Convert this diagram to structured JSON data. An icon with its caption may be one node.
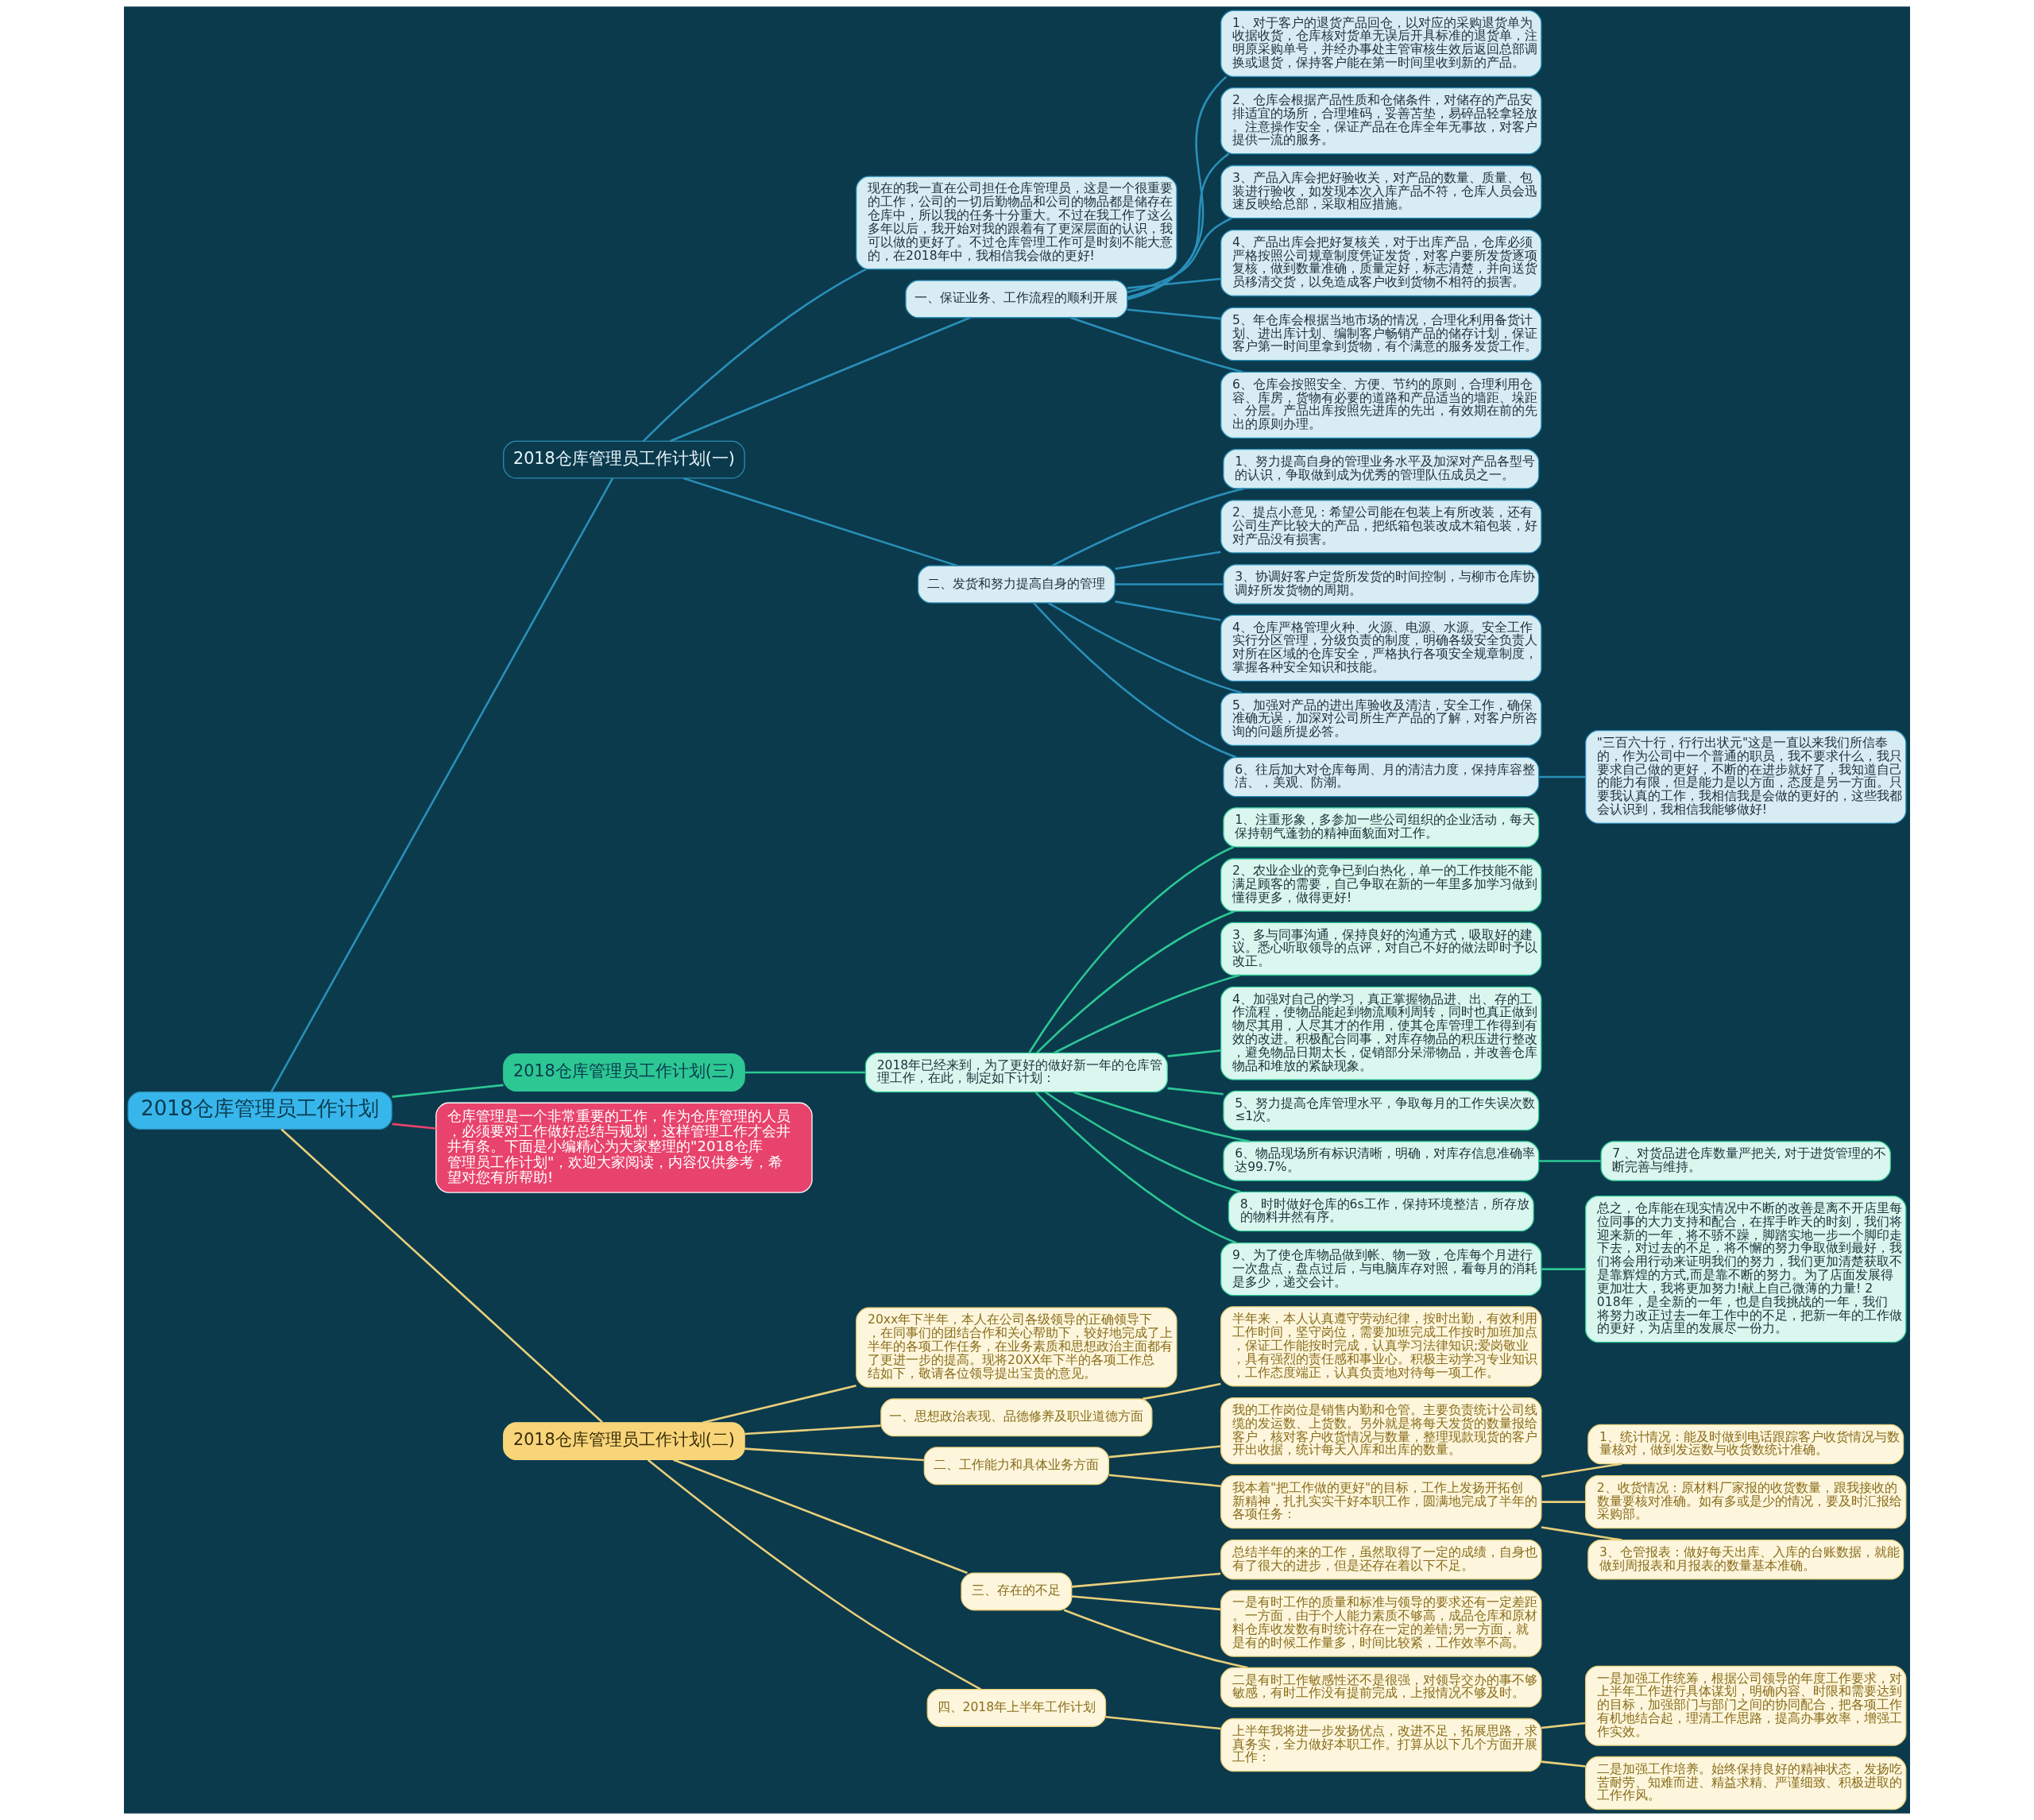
{
  "diagram": {
    "nodes": [
      {
        "text": [
          "2018仓库管理员工作计划"
        ]
      },
      {
        "text": [
          "2018仓库管理员工作计划(一)"
        ]
      },
      {
        "text": [
          "现在的我一直在公司担任仓库管理员，这是一个很重要的工作，公司的一切后勤物品和公司的物品都是储存在仓库中，所以我的任务十分重大。不过在我工作了这么多年以后，我开始对我的跟着有了更深层面的认识，我可以做的更好了。不过仓库管理工作可是时刻不能大意的，在2018年中，我相信我会做的更好!"
        ]
      },
      {
        "text": [
          "一、保证业务、工作流程的顺利开展"
        ]
      },
      {
        "text": [
          "1、对于客户的退货产品回仓，以对应的采购退货单为收据收货，仓库核对货单无误后开具标准的退货单，注明原采购单号，并经办事处主管审核生效后返回总部调换或退货，保持客户能在第一时间里收到新的产品。"
        ]
      },
      {
        "text": [
          "2、仓库会根据产品性质和仓储条件，对储存的产品安排适宜的场所，合理堆码，妥善苫垫，易碎品轻拿轻放。注意操作安全，保证产品在仓库全年无事故，对客户提供一流的服务。"
        ]
      },
      {
        "text": [
          "3、产品入库会把好验收关，对产品的数量、质量、包装进行验收，如发现本次入库产品不符，仓库人员会迅速反映给总部，采取相应措施。"
        ]
      },
      {
        "text": [
          "4、产品出库会把好复核关，对于出库产品，仓库必须严格按照公司规章制度凭证发货，对客户要所发货逐项复核，做到数量准确，质量定好，标志清楚，并向送货员移清交货，以免造成客户收到货物不相符的损害。"
        ]
      },
      {
        "text": [
          "5、年仓库会根据当地市场的情况，合理化利用备货计划、进出库计划、编制客户畅销产品的储存计划，保证客户第一时间里拿到货物，有个满意的服务发货工作。"
        ]
      },
      {
        "text": [
          "6、仓库会按照安全、方便、节约的原则，合理利用仓容、库房，货物有必要的道路和产品适当的墙距、垛距、分层。产品出库按照先进库的先出，有效期在前的先出的原则办理。"
        ]
      },
      {
        "text": [
          "二、发货和努力提高自身的管理"
        ]
      },
      {
        "text": [
          "1、努力提高自身的管理业务水平及加深对产品各型号的认识，争取做到成为优秀的管理队伍成员之一。"
        ]
      },
      {
        "text": [
          "2、提点小意见：希望公司能在包装上有所改装，还有公司生产比较大的产品，把纸箱包装改成木箱包装，好对产品没有损害。"
        ]
      },
      {
        "text": [
          "3、协调好客户定货所发货的时间控制，与柳市仓库协调好所发货物的周期。"
        ]
      },
      {
        "text": [
          "4、仓库严格管理火种、火源、电源、水源。安全工作实行分区管理，分级负责的制度，明确各级安全负责人对所在区域的仓库安全，严格执行各项安全规章制度，掌握各种安全知识和技能。"
        ]
      },
      {
        "text": [
          "5、加强对产品的进出库验收及清洁，安全工作，确保准确无误，加深对公司所生产产品的了解，对客户所咨询的问题所提必答。"
        ]
      },
      {
        "text": [
          "6、往后加大对仓库每周、月的清洁力度，保持库容整洁、，美观、防潮。"
        ]
      },
      {
        "text": [
          "\"三百六十行，行行出状元\"这是一直以来我们所信奉的，作为公司中一个普通的职员，我不要求什么，我只要求自己做的更好，不断的在进步就好了，我知道自己的能力有限，但是能力是以方面，态度是另一方面。只要我认真的工作，我相信我是会做的更好的，这些我都会认识到，我相信我能够做好!"
        ]
      },
      {
        "text": [
          "2018仓库管理员工作计划(三)"
        ]
      },
      {
        "text": [
          "2018年已经来到，为了更好的做好新一年的仓库管理工作，在此，制定如下计划："
        ]
      },
      {
        "text": [
          "1、注重形象，多参加一些公司组织的企业活动，每天保持朝气蓬勃的精神面貌面对工作。"
        ]
      },
      {
        "text": [
          "2、农业企业的竞争已到白热化，单一的工作技能不能满足顾客的需要，自己争取在新的一年里多加学习做到懂得更多，做得更好!"
        ]
      },
      {
        "text": [
          "3、多与同事沟通，保持良好的沟通方式，吸取好的建议。悉心听取领导的点评，对自己不好的做法即时予以改正。"
        ]
      },
      {
        "text": [
          "4、加强对自己的学习，真正掌握物品进、出、存的工作流程，使物品能起到物流顺利周转，同时也真正做到物尽其用，人尽其才的作用，使其仓库管理工作得到有效的改进。积极配合同事，对库存物品的积压进行整改，避免物品日期太长，促销部分呆滞物品，并改善仓库物品和堆放的紧缺现象。"
        ]
      },
      {
        "text": [
          "5、努力提高仓库管理水平，争取每月的工作失误次数≤1次。"
        ]
      },
      {
        "text": [
          "6、物品现场所有标识清晰，明确，对库存信息准确率达99.7%。"
        ]
      },
      {
        "text": [
          "7 、对货品进仓库数量严把关, 对于进货管理的不断完善与维持。"
        ]
      },
      {
        "text": [
          "8、时时做好仓库的6s工作，保持环境整洁，所存放的物料井然有序。"
        ]
      },
      {
        "text": [
          "9、为了使仓库物品做到帐、物一致，仓库每个月进行一次盘点，盘点过后，与电脑库存对照，看每月的消耗是多少，递交会计。"
        ]
      },
      {
        "text": [
          "总之，仓库能在现实情况中不断的改善是离不开店里每位同事的大力支持和配合，在挥手昨天的时刻，我们将迎来新的一年，将不骄不躁，脚踏实地一步一个脚印走下去，对过去的不足，将不懈的努力争取做到最好，我们将会用行动来证明我们的努力，我们更加清楚获取不是靠辉煌的方式,而是靠不断的努力。为了店面发展得更加壮大，我将更加努力!献上自己微薄的力量! 2018年，是全新的一年，也是自我挑战的一年，我们将努力改正过去一年工作中的不足，把新一年的工作做的更好，为店里的发展尽一份力。"
        ]
      },
      {
        "text": [
          "仓库管理是一个非常重要的工作，作为仓库管理的人员，必须要对工作做好总结与规划，这样管理工作才会井井有条。下面是小编精心为大家整理的\"2018仓库管理员工作计划\"，欢迎大家阅读，内容仅供参考，希望对您有所帮助!"
        ]
      },
      {
        "text": [
          "2018仓库管理员工作计划(二)"
        ]
      },
      {
        "text": [
          "20xx年下半年，本人在公司各级领导的正确领导下，在同事们的团结合作和关心帮助下，较好地完成了上半年的各项工作任务，在业务素质和思想政治主面都有了更进一步的提高。现将20XX年下半的各项工作总结如下，敬请各位领导提出宝贵的意见。"
        ]
      },
      {
        "text": [
          "一、思想政治表现、品德修养及职业道德方面"
        ]
      },
      {
        "text": [
          "半年来，本人认真遵守劳动纪律，按时出勤，有效利用工作时间，坚守岗位，需要加班完成工作按时加班加点，保证工作能按时完成，认真学习法律知识;爱岗敬业，具有强烈的责任感和事业心。积极主动学习专业知识，工作态度端正，认真负责地对待每一项工作。"
        ]
      },
      {
        "text": [
          "二、工作能力和具体业务方面"
        ]
      },
      {
        "text": [
          "我的工作岗位是销售内勤和仓管。主要负责统计公司线缆的发运数、上货数。另外就是将每天发货的数量报给客户，核对客户收货情况与数量，整理现款现货的客户开出收据，统计每天入库和出库的数量。"
        ]
      },
      {
        "text": [
          "我本着\"把工作做的更好\"的目标，工作上发扬开拓创新精神，扎扎实实干好本职工作，圆满地完成了半年的各项任务："
        ]
      },
      {
        "text": [
          "1、统计情况：能及时做到电话跟踪客户收货情况与数量核对，做到发运数与收货数统计准确。"
        ]
      },
      {
        "text": [
          "2、收货情况：原材料厂家报的收货数量，跟我接收的数量要核对准确。如有多或是少的情况，要及时汇报给采购部。"
        ]
      },
      {
        "text": [
          "3、仓管报表：做好每天出库、入库的台账数据，就能做到周报表和月报表的数量基本准确。"
        ]
      },
      {
        "text": [
          "三、存在的不足"
        ]
      },
      {
        "text": [
          "总结半年的来的工作，虽然取得了一定的成绩，自身也有了很大的进步，但是还存在着以下不足。"
        ]
      },
      {
        "text": [
          "一是有时工作的质量和标准与领导的要求还有一定差距。一方面，由于个人能力素质不够高，成品仓库和原材料仓库收发数有时统计存在一定的差错;另一方面，就是有的时候工作量多，时间比较紧，工作效率不高。"
        ]
      },
      {
        "text": [
          "二是有时工作敏感性还不是很强，对领导交办的事不够敏感，有时工作没有提前完成，上报情况不够及时。"
        ]
      },
      {
        "text": [
          "四、2018年上半年工作计划"
        ]
      },
      {
        "text": [
          "上半年我将进一步发扬优点，改进不足，拓展思路，求真务实，全力做好本职工作。打算从以下几个方面开展工作："
        ]
      },
      {
        "text": [
          "一是加强工作统筹，根据公司领导的年度工作要求，对上半年工作进行具体谋划，明确内容、时限和需要达到的目标，加强部门与部门之间的协同配合，把各项工作有机地结合起，理清工作思路，提高办事效率，增强工作实效。"
        ]
      },
      {
        "text": [
          "二是加强工作培养。始终保持良好的精神状态，发扬吃苦耐劳、知难而进、精益求精、严谨细致、积极进取的工作作风。"
        ]
      }
    ],
    "edges": [
      {
        "from": 0,
        "to": 1,
        "arrow": "none",
        "color": "#2a8fb8"
      },
      {
        "from": 1,
        "to": 2,
        "arrow": "none",
        "color": "#2a8fb8"
      },
      {
        "from": 1,
        "to": 3,
        "arrow": "none",
        "color": "#2a8fb8"
      },
      {
        "from": 3,
        "to": 4,
        "arrow": "none",
        "color": "#2a8fb8"
      },
      {
        "from": 3,
        "to": 5,
        "arrow": "none",
        "color": "#2a8fb8"
      },
      {
        "from": 3,
        "to": 6,
        "arrow": "none",
        "color": "#2a8fb8"
      },
      {
        "from": 3,
        "to": 7,
        "arrow": "none",
        "color": "#2a8fb8"
      },
      {
        "from": 3,
        "to": 8,
        "arrow": "none",
        "color": "#2a8fb8"
      },
      {
        "from": 3,
        "to": 9,
        "arrow": "none",
        "color": "#2a8fb8"
      },
      {
        "from": 1,
        "to": 10,
        "arrow": "none",
        "color": "#2a8fb8"
      },
      {
        "from": 10,
        "to": 11,
        "arrow": "none",
        "color": "#2a8fb8"
      },
      {
        "from": 10,
        "to": 12,
        "arrow": "none",
        "color": "#2a8fb8"
      },
      {
        "from": 10,
        "to": 13,
        "arrow": "none",
        "color": "#2a8fb8"
      },
      {
        "from": 10,
        "to": 14,
        "arrow": "none",
        "color": "#2a8fb8"
      },
      {
        "from": 10,
        "to": 15,
        "arrow": "none",
        "color": "#2a8fb8"
      },
      {
        "from": 10,
        "to": 16,
        "arrow": "none",
        "color": "#2a8fb8"
      },
      {
        "from": 16,
        "to": 17,
        "arrow": "none",
        "color": "#2a8fb8"
      },
      {
        "from": 0,
        "to": 18,
        "arrow": "none",
        "color": "#2cc793"
      },
      {
        "from": 18,
        "to": 19,
        "arrow": "none",
        "color": "#2cc793"
      },
      {
        "from": 19,
        "to": 20,
        "arrow": "none",
        "color": "#2cc793"
      },
      {
        "from": 19,
        "to": 21,
        "arrow": "none",
        "color": "#2cc793"
      },
      {
        "from": 19,
        "to": 22,
        "arrow": "none",
        "color": "#2cc793"
      },
      {
        "from": 19,
        "to": 23,
        "arrow": "none",
        "color": "#2cc793"
      },
      {
        "from": 19,
        "to": 24,
        "arrow": "none",
        "color": "#2cc793"
      },
      {
        "from": 19,
        "to": 25,
        "arrow": "none",
        "color": "#2cc793"
      },
      {
        "from": 25,
        "to": 26,
        "arrow": "none",
        "color": "#2cc793"
      },
      {
        "from": 19,
        "to": 27,
        "arrow": "none",
        "color": "#2cc793"
      },
      {
        "from": 19,
        "to": 28,
        "arrow": "none",
        "color": "#2cc793"
      },
      {
        "from": 28,
        "to": 29,
        "arrow": "none",
        "color": "#2cc793"
      },
      {
        "from": 0,
        "to": 30,
        "arrow": "none",
        "color": "#e8436c"
      },
      {
        "from": 0,
        "to": 31,
        "arrow": "none"
      },
      {
        "from": 31,
        "to": 32,
        "arrow": "none"
      },
      {
        "from": 31,
        "to": 33,
        "arrow": "none"
      },
      {
        "from": 33,
        "to": 34,
        "arrow": "none"
      },
      {
        "from": 31,
        "to": 35,
        "arrow": "none"
      },
      {
        "from": 35,
        "to": 36,
        "arrow": "none"
      },
      {
        "from": 35,
        "to": 37,
        "arrow": "none"
      },
      {
        "from": 37,
        "to": 38,
        "arrow": "none"
      },
      {
        "from": 37,
        "to": 39,
        "arrow": "none"
      },
      {
        "from": 37,
        "to": 40,
        "arrow": "none"
      },
      {
        "from": 31,
        "to": 41,
        "arrow": "none"
      },
      {
        "from": 41,
        "to": 42,
        "arrow": "none"
      },
      {
        "from": 41,
        "to": 43,
        "arrow": "none"
      },
      {
        "from": 41,
        "to": 44,
        "arrow": "none"
      },
      {
        "from": 31,
        "to": 45,
        "arrow": "none"
      },
      {
        "from": 45,
        "to": 46,
        "arrow": "none"
      },
      {
        "from": 46,
        "to": 47,
        "arrow": "none"
      },
      {
        "from": 46,
        "to": 48,
        "arrow": "none"
      }
    ]
  }
}
